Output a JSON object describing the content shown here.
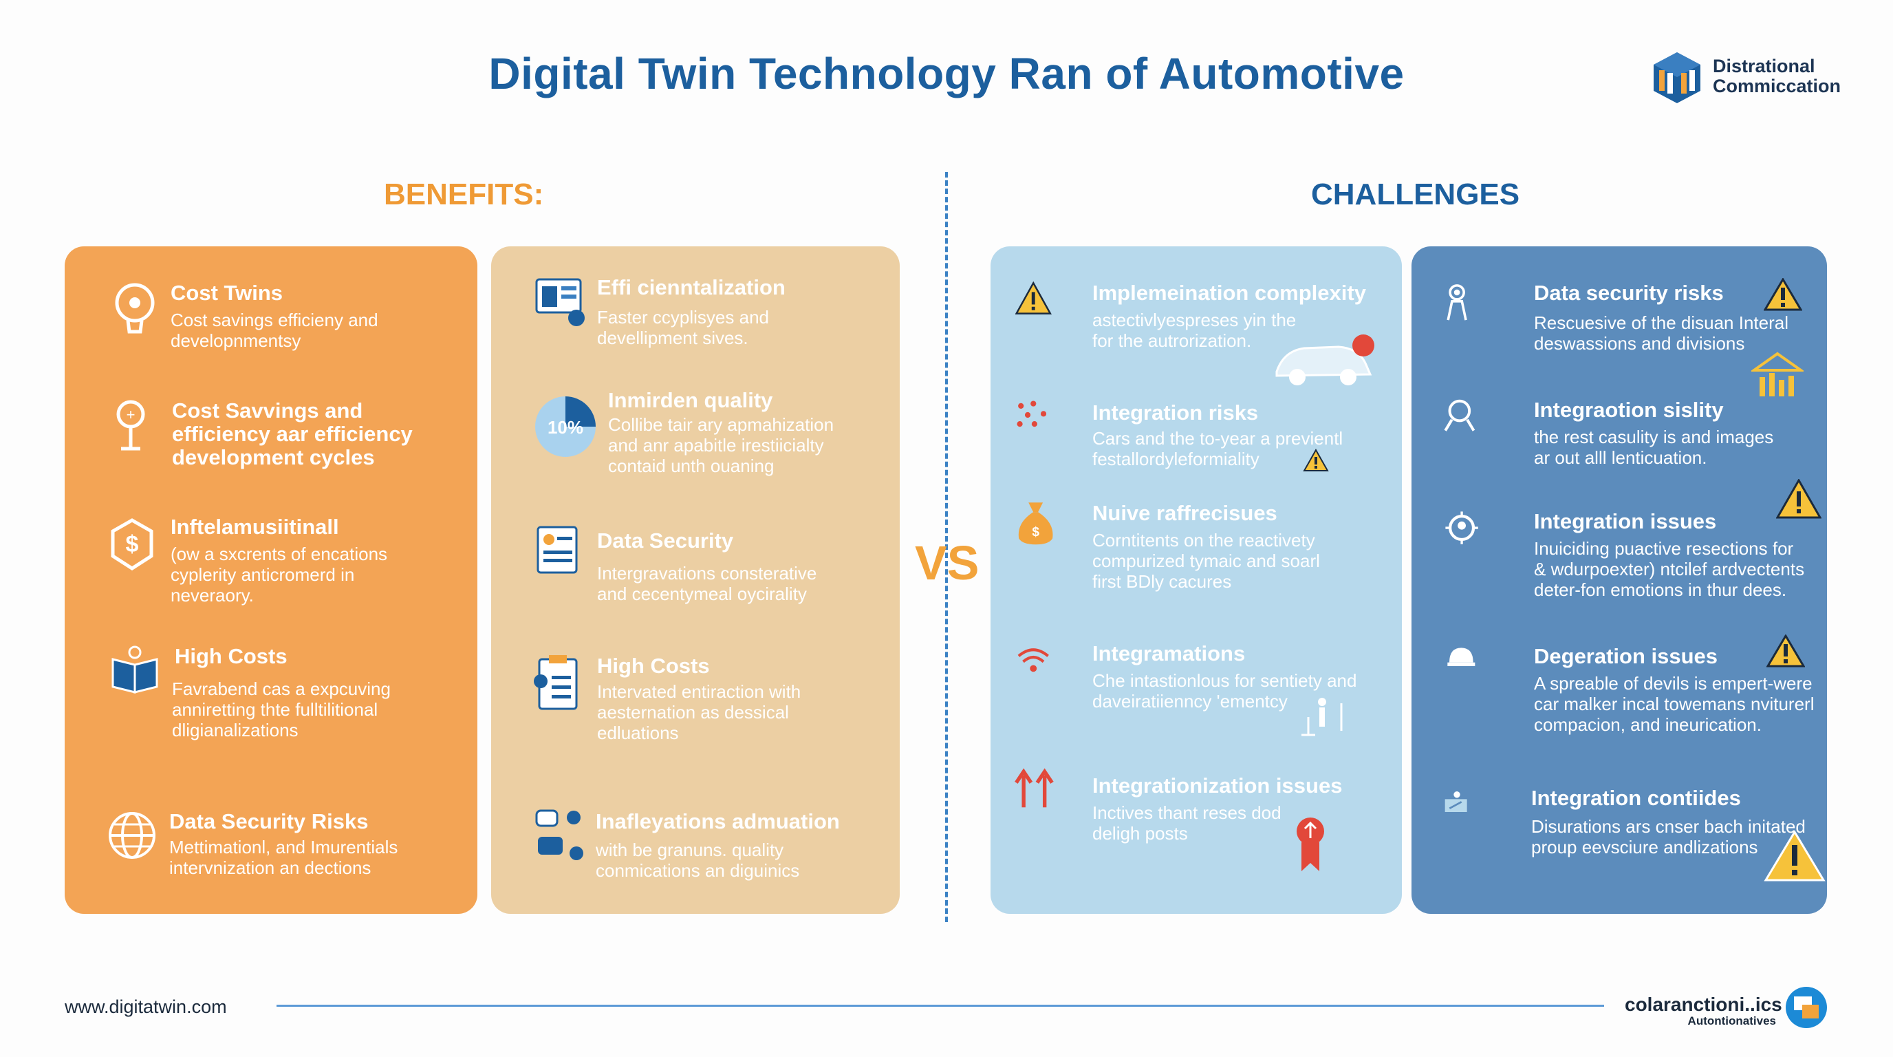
{
  "title": "Digital Twin Technology Ran of Automotive",
  "brand": {
    "line1": "Distrational",
    "line2": "Commiccation"
  },
  "benefits_heading": "BENEFITS:",
  "challenges_heading": "CHALLENGES",
  "vs": "VS",
  "colors": {
    "benefits_orange": "#f3a455",
    "benefits_tan": "#eccfa3",
    "challenges_light": "#b7d9ec",
    "challenges_dark": "#5c8cbc",
    "title_blue": "#1c5f9e",
    "accent_orange": "#ef9a35"
  },
  "col1": [
    {
      "icon": "lightbulb-head-icon",
      "title": "Cost Twins",
      "desc": [
        "Cost savings efficieny and",
        "developnmentsy"
      ]
    },
    {
      "icon": "lightbulb-icon",
      "title": "Cost Savvings and",
      "title2": "efficiency aar efficiency",
      "title3": "development cycles",
      "desc": []
    },
    {
      "icon": "dollar-shield-icon",
      "title": "Inftelamusiitinall",
      "desc": [
        "(ow a sxcrents of encations",
        "cyplerity anticromerd in",
        "neveraory."
      ]
    },
    {
      "icon": "book-icon",
      "title": "High Costs",
      "desc": [
        "Favrabend cas a expcuving",
        "anniretting thte fulltilitional",
        "dligianalizations"
      ]
    },
    {
      "icon": "globe-icon",
      "title": "Data Security Risks",
      "desc": [
        "Mettimationl, and Imurentials",
        "intervnization an dections"
      ]
    }
  ],
  "col2": [
    {
      "icon": "dashboard-icon",
      "title": "Effi cienntalization",
      "desc": [
        "Faster ccyplisyes and",
        "devellipment sives."
      ]
    },
    {
      "icon": "percent-chart-icon",
      "badge": "10%",
      "title": "Inmirden quality",
      "desc": [
        "Collibe tair ary apmahization",
        "and anr apabitle irestiicialty",
        "contaid unth ouaning"
      ]
    },
    {
      "icon": "document-icon",
      "title": "Data Security",
      "desc": [
        "Intergravations consterative",
        "and cecentymeal oycirality"
      ]
    },
    {
      "icon": "clipboard-icon",
      "title": "High Costs",
      "desc": [
        "Intervated entiraction with",
        "aesternation as dessical",
        "edluations"
      ]
    },
    {
      "icon": "chat-network-icon",
      "title": "Inafleyations admuation",
      "desc": [
        "with be granuns. quality",
        "conmications an diguinics"
      ]
    }
  ],
  "col3": [
    {
      "icon": "warning-icon",
      "title": "Implemeination complexity",
      "desc": [
        "astectivlyespreses yin the",
        "for the autrorization."
      ]
    },
    {
      "icon": "network-dots-icon",
      "title": "Integration risks",
      "desc": [
        "Cars and the to-year a previentl",
        "festallordyleformiality"
      ]
    },
    {
      "icon": "money-bag-icon",
      "title": "Nuive raffrecisues",
      "desc": [
        "Corntitents on the reactivety",
        "compurized tymaic and soarl",
        "first BDly cacures"
      ]
    },
    {
      "icon": "wifi-icon",
      "title": "Integramations",
      "desc": [
        "Che intastionlous for sentiety and",
        "daveiratiienncy 'ementcy"
      ]
    },
    {
      "icon": "arrows-up-icon",
      "title": "Integrationization issues",
      "desc": [
        "Inctives thant reses dod",
        "deligh posts"
      ]
    }
  ],
  "col4": [
    {
      "icon": "person-icon",
      "title": "Data security risks",
      "desc": [
        "Rescuesive of the disuan Interal",
        "deswassions and divisions"
      ]
    },
    {
      "icon": "magnifier-icon",
      "title": "Integraotion sislity",
      "desc": [
        "the rest casulity is and images",
        "ar out alll lenticuation."
      ]
    },
    {
      "icon": "gear-person-icon",
      "title": "Integration issues",
      "desc": [
        "Inuiciding puactive resections for",
        "& wdurpoexter) ntcilef ardvectents",
        "deter-fon emotions in thur dees."
      ]
    },
    {
      "icon": "helmet-icon",
      "title": "Degeration issues",
      "desc": [
        "A spreable of devils is empert-were",
        "car malker incal towemans nviturerl",
        "compacion, and ineurication."
      ]
    },
    {
      "icon": "presenter-icon",
      "title": "Integration contiides",
      "desc": [
        "Disurations ars cnser bach initated",
        "proup eevsciure andlizations"
      ]
    }
  ],
  "footer": {
    "url": "www.digitatwin.com",
    "brand1": "colaranctioni..ics",
    "brand2": "Autontionatives"
  }
}
